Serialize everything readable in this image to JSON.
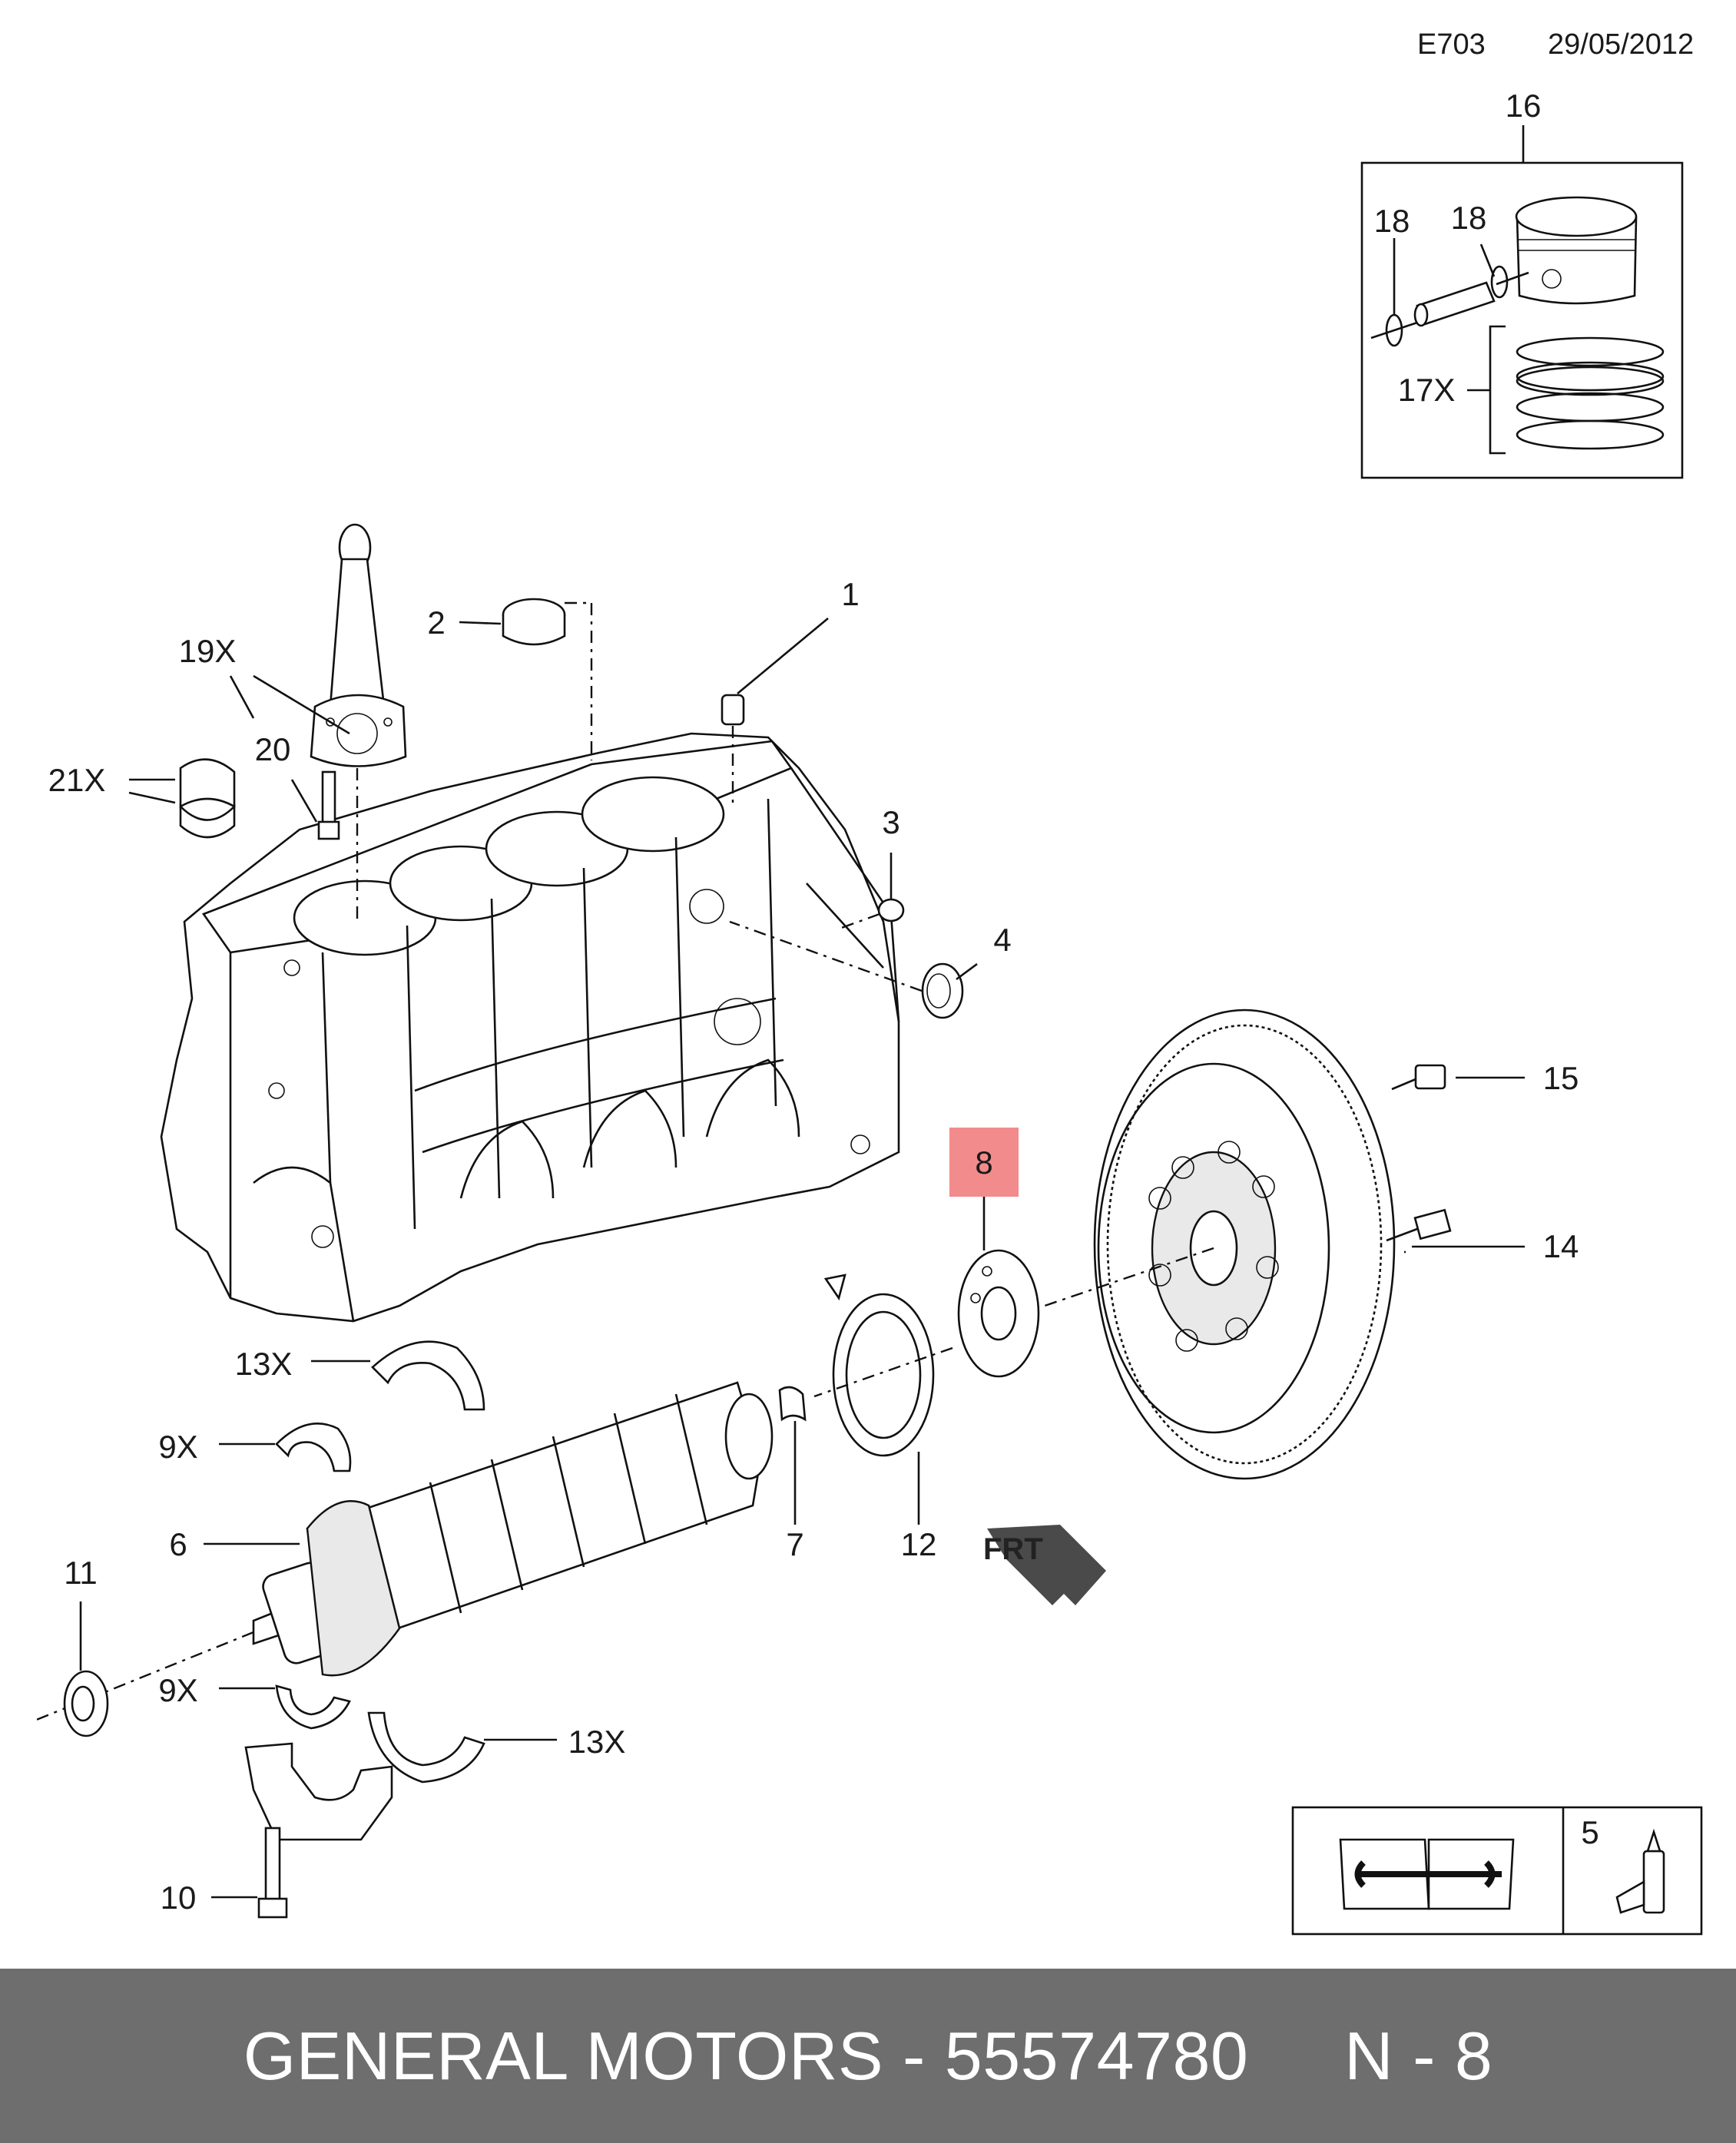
{
  "header": {
    "code": "E703",
    "date": "29/05/2012"
  },
  "callouts": {
    "c1": "1",
    "c2": "2",
    "c3": "3",
    "c4": "4",
    "c5": "5",
    "c6": "6",
    "c7": "7",
    "c8": "8",
    "c9a": "9X",
    "c9b": "9X",
    "c10": "10",
    "c11": "11",
    "c12": "12",
    "c13a": "13X",
    "c13b": "13X",
    "c14": "14",
    "c15": "15",
    "c16": "16",
    "c17": "17X",
    "c18a": "18",
    "c18b": "18",
    "c19": "19X",
    "c20": "20",
    "c21": "21X"
  },
  "front_arrow": "FRT",
  "highlight": {
    "label": "8",
    "color": "#f28b8b"
  },
  "footer": {
    "text": "GENERAL MOTORS - 55574780     N - 8",
    "background": "#6e6e6e"
  }
}
